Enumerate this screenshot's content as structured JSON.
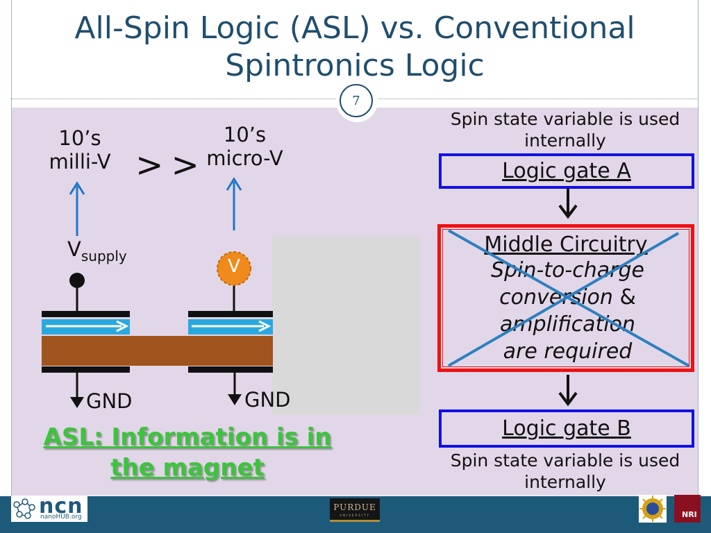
{
  "title": {
    "line1": "All-Spin Logic (ASL) vs. Conventional",
    "line2": "Spintronics Logic"
  },
  "slide_number": "7",
  "left_diagram": {
    "left_value": {
      "line1": "10’s",
      "line2": "milli-V"
    },
    "comparison": "> >",
    "right_value": {
      "line1": "10’s",
      "line2": "micro-V"
    },
    "supply_label": "V",
    "supply_subscript": "supply",
    "voltmeter_label": "V",
    "gnd_left": "GND",
    "gnd_right": "GND",
    "message_line1": "ASL: Information is in",
    "message_line2": "the magnet"
  },
  "right_flow": {
    "top_note_line1": "Spin state variable is used",
    "top_note_line2": "internally",
    "gate_a": "Logic gate A",
    "middle_title": "Middle Circuitry",
    "middle_line1": "Spin-to-charge",
    "middle_line2_italic": "conversion",
    "middle_line2_plain": " &",
    "middle_line3": "amplification",
    "middle_line4": "are required",
    "gate_b": "Logic gate B",
    "bottom_note_line1": "Spin state variable is used",
    "bottom_note_line2": "internally"
  },
  "footer": {
    "ncn_logo": "ncn",
    "ncn_sub": "nanoHUB.org",
    "purdue_logo": "PURDUE",
    "purdue_sub": "UNIVERSITY",
    "nri_logo": "NRI"
  },
  "colors": {
    "title": "#1f4e6e",
    "content_background": "#e2d7e8",
    "arrow_blue": "#1f77c8",
    "magnet_brown": "#a0541e",
    "channel_blue": "#29a8e0",
    "gate_border": "#1010e6",
    "middle_border": "#ee1111",
    "cross": "#2e7fc0",
    "message_green": "#3cc43c",
    "voltmeter_orange": "#f08a1c",
    "footer": "#1d5a7a"
  }
}
